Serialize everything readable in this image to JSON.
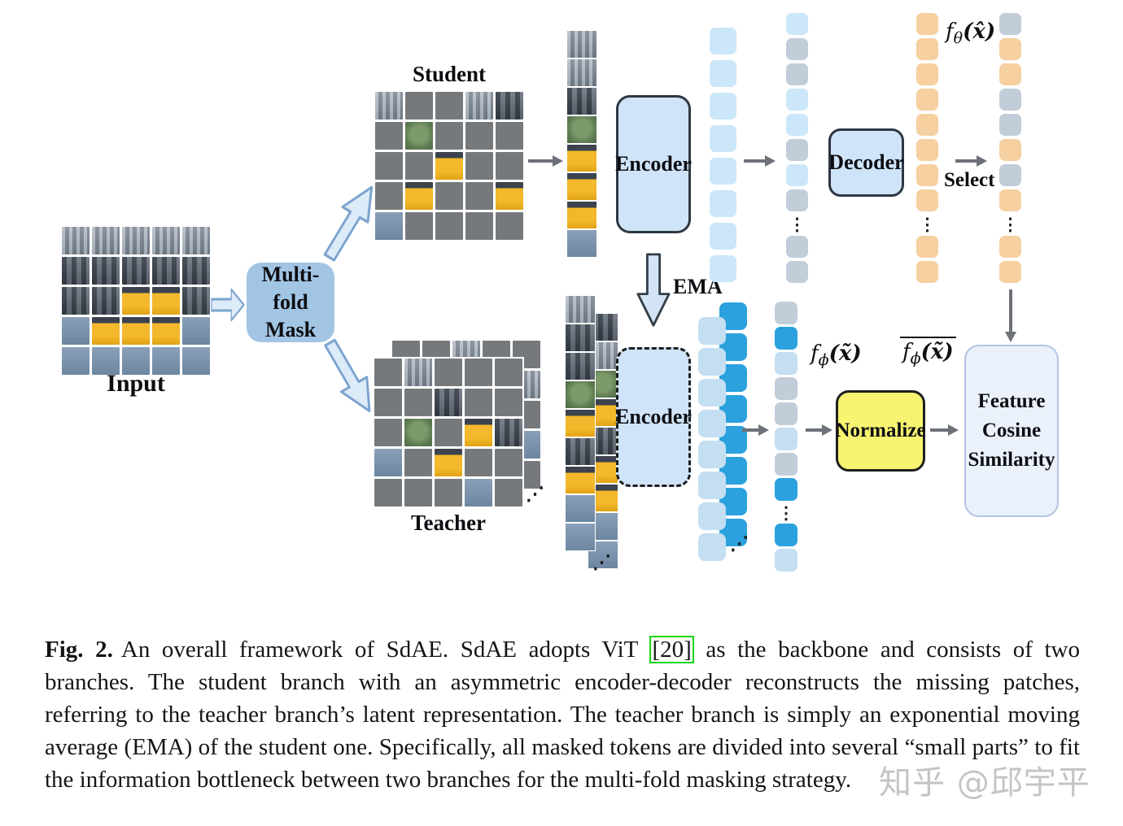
{
  "diagram": {
    "input_label": "Input",
    "student_label": "Student",
    "teacher_label": "Teacher",
    "multifold_line1": "Multi-fold",
    "multifold_line2": "Mask",
    "student_encoder_label": "Encoder",
    "teacher_encoder_label": "Encoder",
    "decoder_label": "Decoder",
    "ema_label": "EMA",
    "select_label": "Select",
    "normalize_label": "Normalize",
    "feature_lines": [
      "Feature",
      "Cosine",
      "Similarity"
    ],
    "ellipsis_v": "⋮",
    "ellipsis_diag": "⋰",
    "math": {
      "student_out": {
        "fn": "f",
        "sub": "θ",
        "arg": "(x̂)"
      },
      "teacher_out": {
        "fn": "f",
        "sub": "ϕ",
        "arg": "(x̃)"
      },
      "teacher_out_norm": {
        "fn": "f",
        "sub": "ϕ",
        "arg": "(x̃)"
      }
    },
    "grids": {
      "input": [
        [
          "b",
          "b",
          "b",
          "b",
          "b"
        ],
        [
          "s",
          "s",
          "s",
          "s",
          "s"
        ],
        [
          "s",
          "s",
          "y",
          "y",
          "s"
        ],
        [
          "r",
          "y",
          "y",
          "y",
          "r"
        ],
        [
          "r",
          "r",
          "r",
          "r",
          "r"
        ]
      ],
      "student": [
        [
          "b",
          "m",
          "m",
          "b",
          "s"
        ],
        [
          "m",
          "g",
          "m",
          "m",
          "m"
        ],
        [
          "m",
          "m",
          "y",
          "m",
          "m"
        ],
        [
          "m",
          "y",
          "m",
          "m",
          "y"
        ],
        [
          "r",
          "m",
          "m",
          "m",
          "m"
        ]
      ],
      "teacher_front": [
        [
          "m",
          "b",
          "m",
          "m",
          "m"
        ],
        [
          "m",
          "m",
          "s",
          "m",
          "m"
        ],
        [
          "m",
          "g",
          "m",
          "y",
          "s"
        ],
        [
          "r",
          "m",
          "y",
          "m",
          "m"
        ],
        [
          "m",
          "m",
          "m",
          "r",
          "m"
        ]
      ],
      "teacher_back": [
        [
          "m",
          "m",
          "b",
          "m",
          "m"
        ],
        [
          "m",
          "m",
          "m",
          "m",
          "b"
        ],
        [
          "m",
          "m",
          "m",
          "m",
          "m"
        ],
        [
          "m",
          "m",
          "m",
          "m",
          "r"
        ],
        [
          "m",
          "m",
          "m",
          "m",
          "m"
        ]
      ]
    },
    "strips": {
      "student": [
        "b",
        "b",
        "s",
        "g",
        "y",
        "y",
        "y",
        "r"
      ],
      "teacher_front": [
        "b",
        "s",
        "s",
        "g",
        "y",
        "s",
        "y",
        "r",
        "r"
      ],
      "teacher_back": [
        "s",
        "b",
        "g",
        "y",
        "s",
        "y",
        "y",
        "r",
        "r"
      ]
    },
    "token_columns": {
      "student_encoder_out": [
        "light",
        "light",
        "light",
        "light",
        "light",
        "light",
        "light",
        "light"
      ],
      "student_latent": [
        "light",
        "gray",
        "gray",
        "light",
        "light",
        "gray",
        "light",
        "gray",
        "dots",
        "gray",
        "gray"
      ],
      "decoder_out": [
        "orange",
        "orange",
        "orange",
        "orange",
        "orange",
        "orange",
        "orange",
        "orange",
        "dots",
        "orange",
        "orange"
      ],
      "select_out": [
        "gray",
        "orange",
        "orange",
        "gray",
        "gray",
        "orange",
        "gray",
        "orange",
        "dots",
        "orange",
        "orange"
      ],
      "teacher_zip_dark": [
        "dark",
        "dark",
        "dark",
        "dark",
        "dark",
        "dark",
        "dark",
        "dark"
      ],
      "teacher_zip_light": [
        "pale",
        "pale",
        "pale",
        "pale",
        "pale",
        "pale",
        "pale",
        "pale"
      ],
      "teacher_latent": [
        "gray",
        "dark",
        "pale",
        "gray",
        "gray",
        "pale",
        "gray",
        "dark",
        "dots",
        "dark",
        "pale"
      ]
    }
  },
  "caption": {
    "fig_label": "Fig. 2.",
    "text_before_cite": "An overall framework of SdAE. SdAE adopts ViT ",
    "citation": "[20]",
    "text_after_cite": " as the backbone and consists of two branches. The student branch with an asymmetric encoder-decoder reconstructs the missing patches, referring to the teacher branch’s latent representation. The teacher branch is simply an exponential moving average (EMA) of the student one. Specifically, all masked tokens are divided into several “small parts” to fit the information bottleneck between two branches for the multi-fold masking strategy."
  },
  "watermark": "知乎 @邱宇平",
  "colors": {
    "mask_patch": "#76797c",
    "token_light_blue": "#cbe7f9",
    "token_gray": "#c1cdd9",
    "token_orange": "#f6d0a0",
    "token_dark_blue": "#2ba1de",
    "token_pale_blue": "#c4def2",
    "encoder_fill": "#cfe4f8",
    "multifold_fill": "#a2c5e3",
    "normalize_fill": "#f8f472",
    "feature_fill": "#eaf1fb",
    "citation_green": "#18d618"
  }
}
